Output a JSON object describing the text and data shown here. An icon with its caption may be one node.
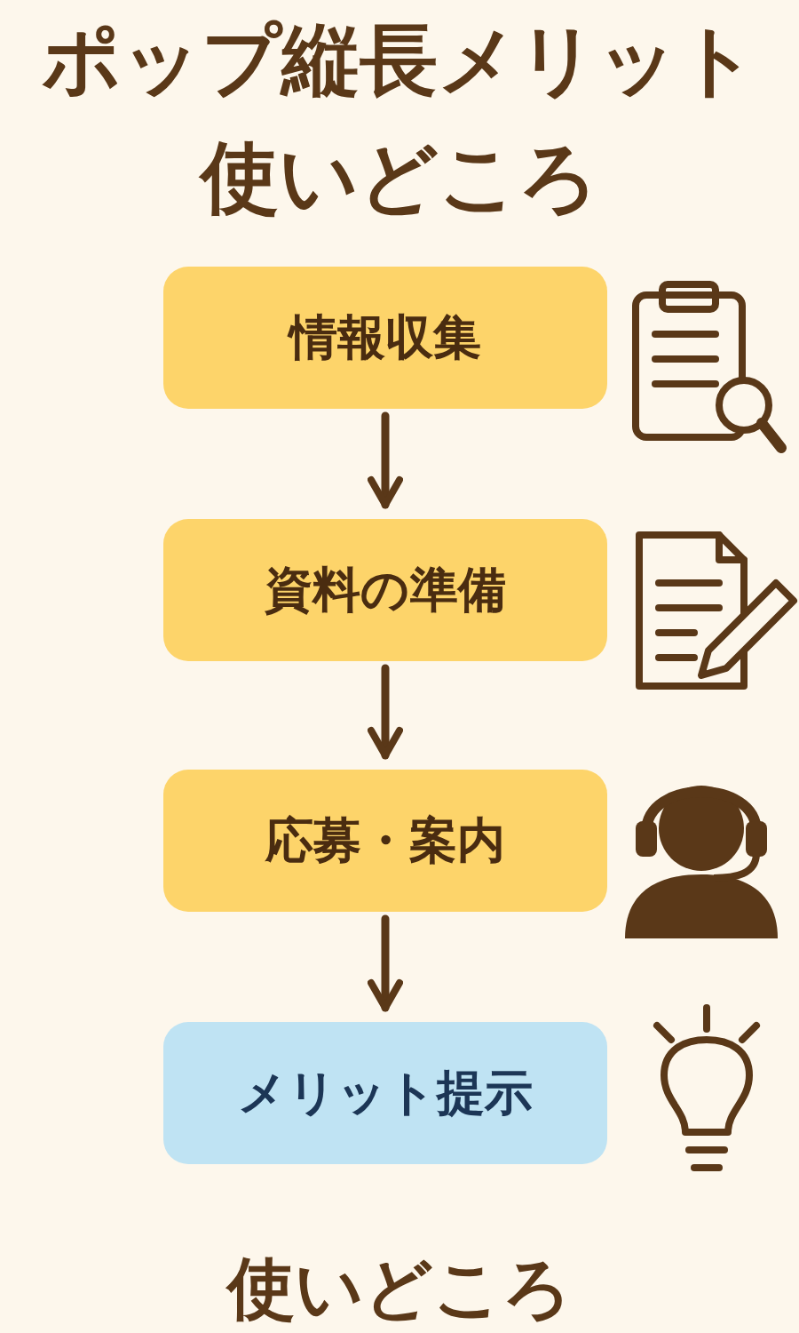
{
  "diagram": {
    "title": "ポップ縦長メリット使いどころ",
    "nodes": [
      {
        "text": [
          "情報収集"
        ]
      },
      {
        "text": [
          "資料の準備"
        ]
      },
      {
        "text": [
          "応募・案内"
        ]
      },
      {
        "text": [
          "メリット提示"
        ]
      }
    ],
    "edges": [
      {
        "from": 0,
        "to": 1,
        "arrow": "to"
      },
      {
        "from": 1,
        "to": 2,
        "arrow": "to"
      },
      {
        "from": 2,
        "to": 3,
        "arrow": "to"
      }
    ],
    "labels": [
      "使いどころ"
    ]
  }
}
